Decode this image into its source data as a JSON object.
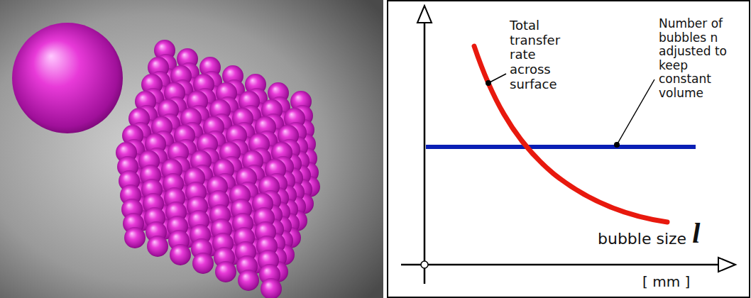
{
  "diagram": {
    "labels": [
      "Total transfer rate across surface",
      "Number of bubbles n adjusted to keep constant volume",
      "bubble size",
      "l",
      "[ mm ]"
    ]
  }
}
